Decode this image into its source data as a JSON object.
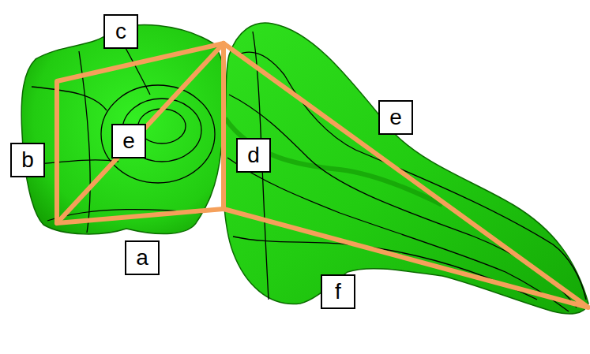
{
  "diagram": {
    "nodes": [
      {
        "text": [
          "c"
        ]
      },
      {
        "text": [
          "e"
        ]
      },
      {
        "text": [
          "e"
        ]
      },
      {
        "text": [
          "d"
        ]
      },
      {
        "text": [
          "b"
        ]
      },
      {
        "text": [
          "a"
        ]
      },
      {
        "text": [
          "f"
        ]
      }
    ]
  }
}
